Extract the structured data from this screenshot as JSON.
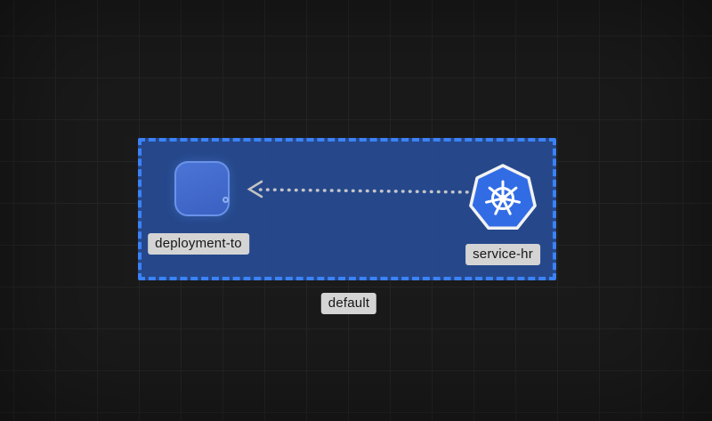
{
  "graph": {
    "namespace": {
      "label": "default",
      "selected": true
    },
    "nodes": {
      "deployment": {
        "label": "deployment-to",
        "kind": "deployment"
      },
      "service": {
        "label": "service-hr",
        "kind": "service",
        "icon": "kubernetes-icon"
      }
    },
    "edge": {
      "from": "service-hr",
      "to": "deployment-to",
      "style": "dotted",
      "arrow": "open-chevron-pointing-at-deployment"
    }
  },
  "colors": {
    "background": "#1a1a1a",
    "grid_line": "#242424",
    "namespace_fill": "#284e9b",
    "selection_border": "#3b82f6",
    "node_fill": "#3f67cb",
    "node_border": "#6a93e8",
    "kubernetes_blue": "#326ce5",
    "edge": "#cccccc",
    "label_bg": "#d4d4d4",
    "label_text": "#161616"
  }
}
